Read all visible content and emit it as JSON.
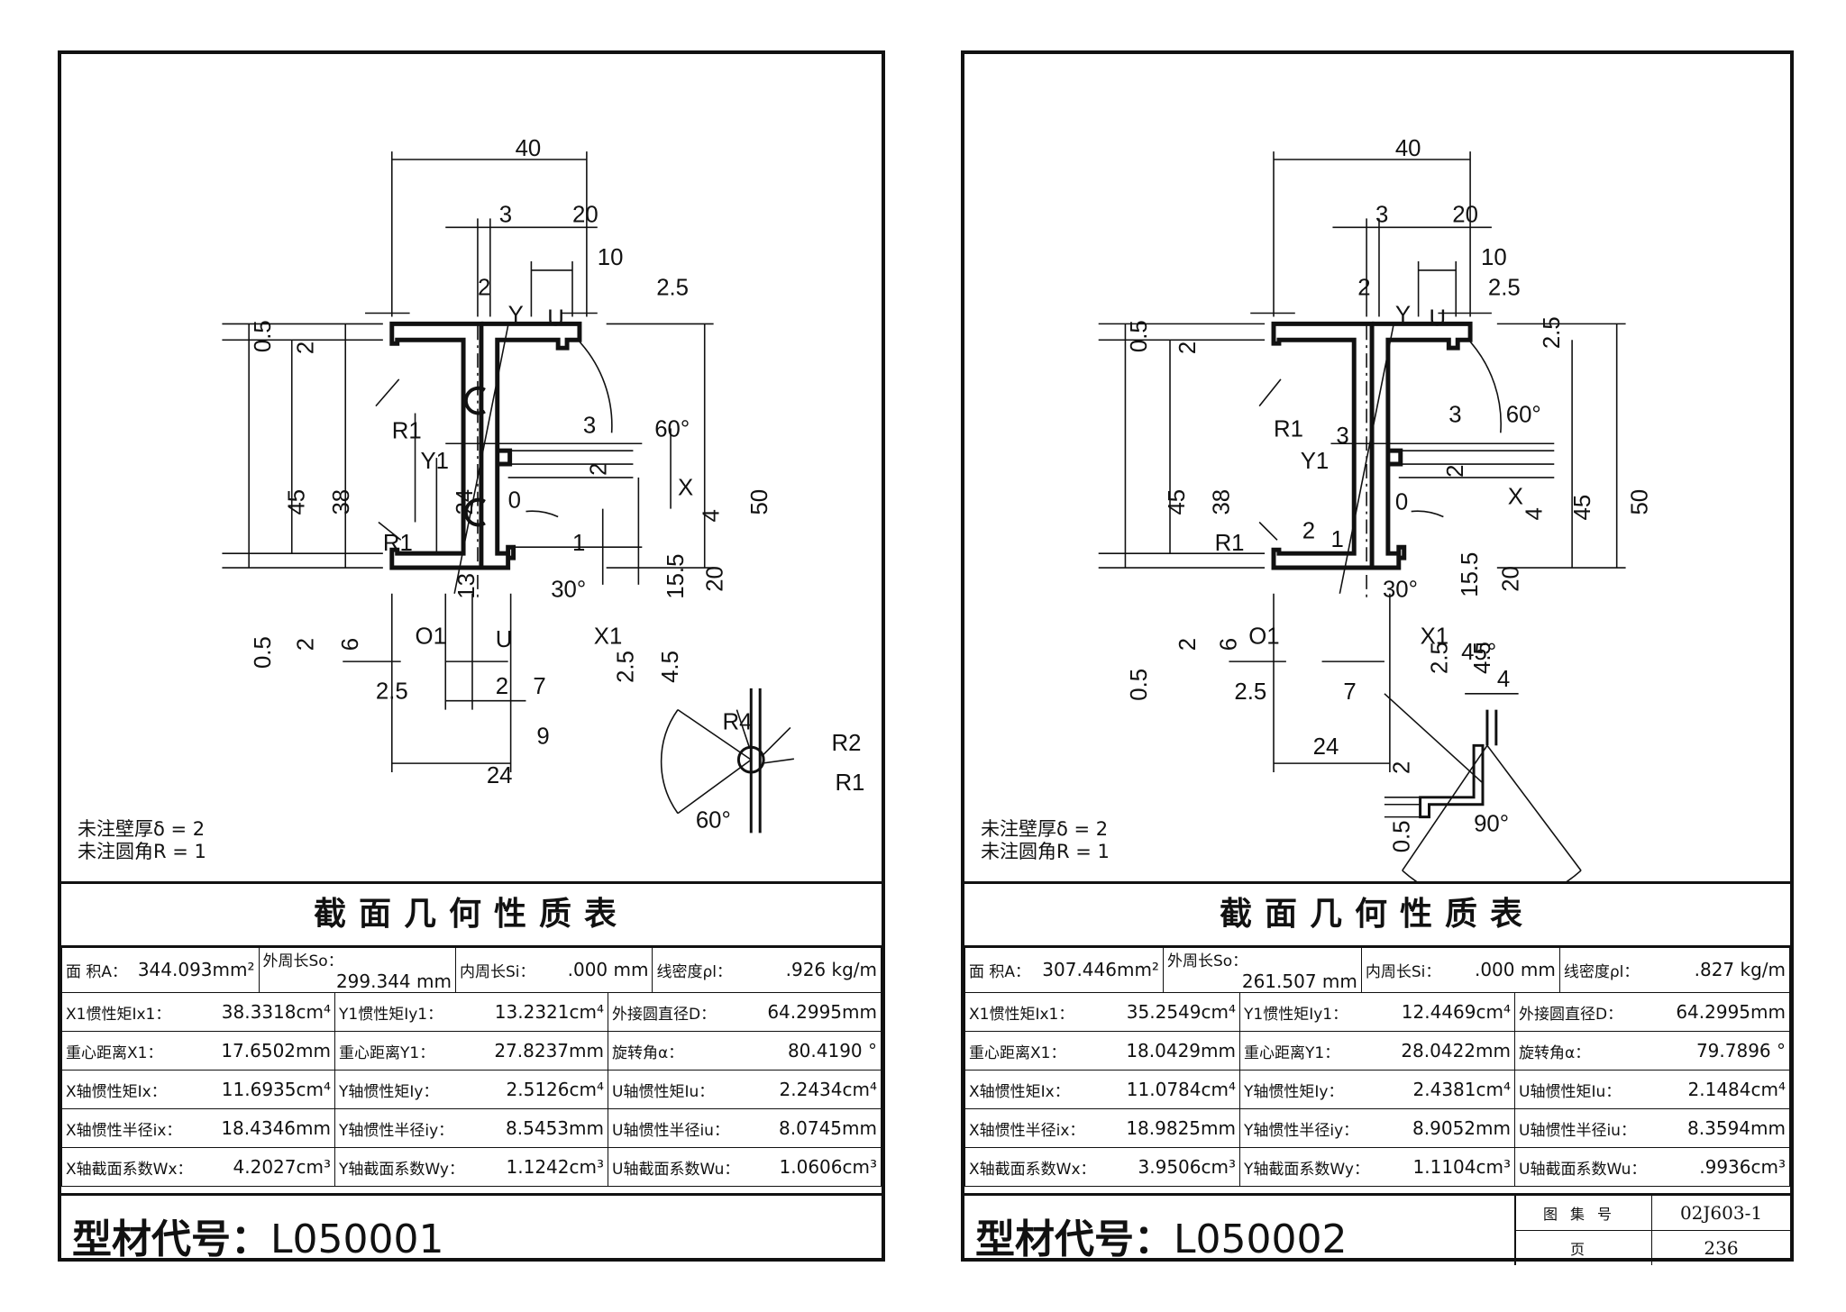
{
  "left": {
    "notes": [
      "未注壁厚δ = 2",
      "未注圆角R = 1"
    ],
    "table_title": "截面几何性质表",
    "row1": {
      "area_label": "面 积A：",
      "area_value": "344.093mm²",
      "outer_label": "外周长So：",
      "outer_value": "299.344 mm",
      "inner_label": "内周长Si：",
      "inner_value": ".000 mm",
      "density_label": "线密度ρl：",
      "density_value": ".926 kg/m"
    },
    "rows": [
      [
        [
          "X1惯性矩Ix1：",
          "38.3318cm⁴"
        ],
        [
          "Y1惯性矩Iy1：",
          "13.2321cm⁴"
        ],
        [
          "外接圆直径D：",
          "64.2995mm"
        ]
      ],
      [
        [
          "重心距离X1：",
          "17.6502mm"
        ],
        [
          "重心距离Y1：",
          "27.8237mm"
        ],
        [
          "旋转角α：",
          "80.4190 °"
        ]
      ],
      [
        [
          "X轴惯性矩Ix：",
          "11.6935cm⁴"
        ],
        [
          "Y轴惯性矩Iy：",
          "2.5126cm⁴"
        ],
        [
          "U轴惯性矩Iu：",
          "2.2434cm⁴"
        ]
      ],
      [
        [
          "X轴惯性半径ix：",
          "18.4346mm"
        ],
        [
          "Y轴惯性半径iy：",
          "8.5453mm"
        ],
        [
          "U轴惯性半径iu：",
          "8.0745mm"
        ]
      ],
      [
        [
          "X轴截面系数Wx：",
          "4.2027cm³"
        ],
        [
          "Y轴截面系数Wy：",
          "1.1242cm³"
        ],
        [
          "U轴截面系数Wu：",
          "1.0606cm³"
        ]
      ]
    ],
    "code_label": "型材代号：",
    "code_value": "L050001",
    "dims": {
      "d40": "40",
      "d3": "3",
      "d20": "20",
      "d10": "10",
      "d2": "2",
      "d25a": "2.5",
      "d05a": "0.5",
      "d2a": "2",
      "Y": "Y",
      "U": "U",
      "R1a": "R1",
      "Y1": "Y1",
      "a60": "60°",
      "d3b": "3",
      "d2b": "2",
      "X": "X",
      "O": "0",
      "d45": "45",
      "d38": "38",
      "d24": "24",
      "d4": "4",
      "d50": "50",
      "R1b": "R1",
      "d1": "1",
      "d13": "13",
      "a30": "30°",
      "d155": "15.5",
      "d20v": "20",
      "O1": "O1",
      "X1": "X1",
      "d05b": "0.5",
      "d2c": "2",
      "d6": "6",
      "U2": "U",
      "d25b": "2.5",
      "d45b": "4.5",
      "d25c": "2.5",
      "d2d": "2",
      "d7": "7",
      "d9": "9",
      "d24h": "24",
      "R4": "R4",
      "R2": "R2",
      "R1c": "R1",
      "a60b": "60°"
    }
  },
  "right": {
    "notes": [
      "未注壁厚δ = 2",
      "未注圆角R = 1"
    ],
    "table_title": "截面几何性质表",
    "row1": {
      "area_label": "面 积A：",
      "area_value": "307.446mm²",
      "outer_label": "外周长So：",
      "outer_value": "261.507 mm",
      "inner_label": "内周长Si：",
      "inner_value": ".000 mm",
      "density_label": "线密度ρl：",
      "density_value": ".827 kg/m"
    },
    "rows": [
      [
        [
          "X1惯性矩Ix1：",
          "35.2549cm⁴"
        ],
        [
          "Y1惯性矩Iy1：",
          "12.4469cm⁴"
        ],
        [
          "外接圆直径D：",
          "64.2995mm"
        ]
      ],
      [
        [
          "重心距离X1：",
          "18.0429mm"
        ],
        [
          "重心距离Y1：",
          "28.0422mm"
        ],
        [
          "旋转角α：",
          "79.7896 °"
        ]
      ],
      [
        [
          "X轴惯性矩Ix：",
          "11.0784cm⁴"
        ],
        [
          "Y轴惯性矩Iy：",
          "2.4381cm⁴"
        ],
        [
          "U轴惯性矩Iu：",
          "2.1484cm⁴"
        ]
      ],
      [
        [
          "X轴惯性半径ix：",
          "18.9825mm"
        ],
        [
          "Y轴惯性半径iy：",
          "8.9052mm"
        ],
        [
          "U轴惯性半径iu：",
          "8.3594mm"
        ]
      ],
      [
        [
          "X轴截面系数Wx：",
          "3.9506cm³"
        ],
        [
          "Y轴截面系数Wy：",
          "1.1104cm³"
        ],
        [
          "U轴截面系数Wu：",
          ".9936cm³"
        ]
      ]
    ],
    "code_label": "型材代号：",
    "code_value": "L050002",
    "atlas": {
      "label": "图集号",
      "value": "02J603-1",
      "page_label": "页",
      "page_value": "236"
    },
    "dims": {
      "d40": "40",
      "d3": "3",
      "d20": "20",
      "d10": "10",
      "d2": "2",
      "d25a": "2.5",
      "d25r": "2.5",
      "d05a": "0.5",
      "d2a": "2",
      "Y": "Y",
      "U": "U",
      "R1a": "R1",
      "d3b": "3",
      "a60": "60°",
      "d3c": "3",
      "Y1": "Y1",
      "d2b": "2",
      "O": "0",
      "X": "X",
      "d45": "45",
      "d38": "38",
      "d4": "4",
      "d45r": "45",
      "d50": "50",
      "R1b": "R1",
      "d2e": "2",
      "d1": "1",
      "a30": "30°",
      "d155": "15.5",
      "d20v": "20",
      "O1": "O1",
      "X1": "X1",
      "d05b": "0.5",
      "d2c": "2",
      "d6": "6",
      "d25b": "2.5",
      "d45b": "4.5",
      "d25c": "2.5",
      "d7": "7",
      "d24h": "24",
      "a45": "45°",
      "d4b": "4",
      "d2f": "2",
      "d05c": "0.5",
      "a90": "90°"
    }
  }
}
